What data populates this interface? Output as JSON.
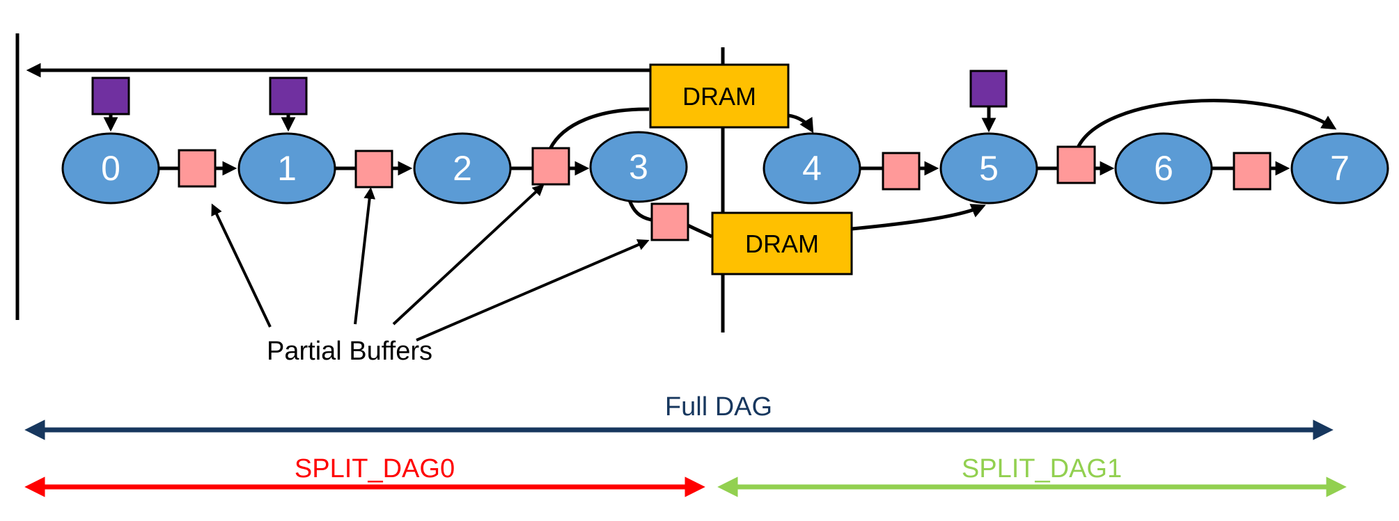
{
  "nodes": [
    {
      "label": "0"
    },
    {
      "label": "1"
    },
    {
      "label": "2"
    },
    {
      "label": "3"
    },
    {
      "label": "4"
    },
    {
      "label": "5"
    },
    {
      "label": "6"
    },
    {
      "label": "7"
    }
  ],
  "dram": {
    "top_label": "DRAM",
    "bottom_label": "DRAM"
  },
  "annotations": {
    "partial_buffers": "Partial Buffers",
    "full_dag": "Full DAG",
    "split_dag0": "SPLIT_DAG0",
    "split_dag1": "SPLIT_DAG1"
  },
  "colors": {
    "node_fill": "#5B9BD5",
    "node_text": "#FFFFFF",
    "partial_buffer_fill": "#FF9999",
    "input_buffer_fill": "#7030A0",
    "dram_fill": "#FFC000",
    "full_dag": "#17375E",
    "split_dag0": "#FF0000",
    "split_dag1": "#92D050",
    "line": "#000000"
  }
}
